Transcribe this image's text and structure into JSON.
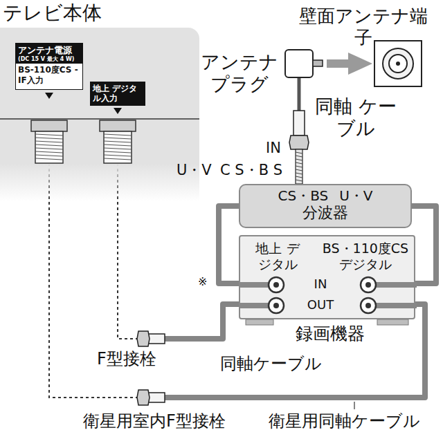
{
  "diagram": {
    "nodes": [
      {
        "text": [
          "テレビ本体"
        ]
      },
      {
        "text": [
          "アンテナ電源",
          "(DC 15 V 最大 4 W)",
          "BS-110度CS -IF入力"
        ],
        "in": 0
      },
      {
        "text": [
          "地上 デジタル入力"
        ],
        "in": 0
      },
      {
        "text": [
          "壁面アンテナ端子"
        ]
      },
      {
        "text": [
          "CS・BS",
          "U・V",
          "分波器"
        ]
      },
      {
        "text": [
          "地上 デジタル",
          "BS・110度CS デジタル",
          "IN",
          "OUT",
          "録画機器"
        ]
      }
    ],
    "edges": [
      {
        "from": 4,
        "to": 3,
        "arrow": "to"
      },
      {
        "from": 4,
        "to": 5,
        "arrow": "none"
      },
      {
        "from": 4,
        "to": 5,
        "arrow": "none"
      },
      {
        "from": 5,
        "to": 2,
        "arrow": "none"
      },
      {
        "from": 5,
        "to": 1,
        "arrow": "none"
      }
    ],
    "labels": [
      "U・V",
      "C S・B S",
      "IN",
      "アンテナ プラグ",
      "同軸 ケーブル",
      "※",
      "F型接栓",
      "同軸ケーブル",
      "衛星用室内F型接栓",
      "衛星用同軸ケーブル"
    ]
  }
}
